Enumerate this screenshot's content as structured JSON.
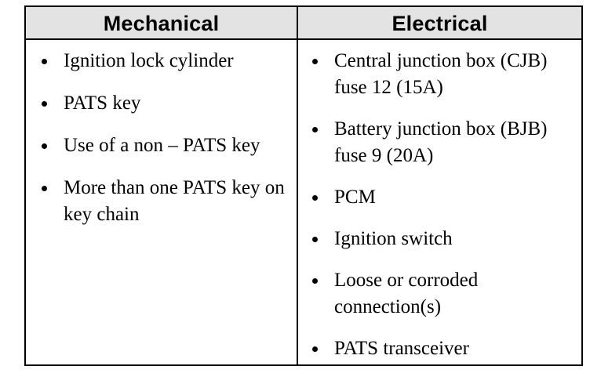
{
  "table": {
    "mechanical": {
      "header": "Mechanical",
      "items": [
        "Ignition lock cylinder",
        "PATS key",
        "Use of a non – PATS key",
        "More than one PATS key on key chain"
      ]
    },
    "electrical": {
      "header": "Electrical",
      "items": [
        "Central junction box (CJB) fuse 12 (15A)",
        "Battery junction box (BJB) fuse 9 (20A)",
        "PCM",
        "Ignition switch",
        "Loose or corroded connection(s)",
        "PATS transceiver"
      ]
    }
  }
}
